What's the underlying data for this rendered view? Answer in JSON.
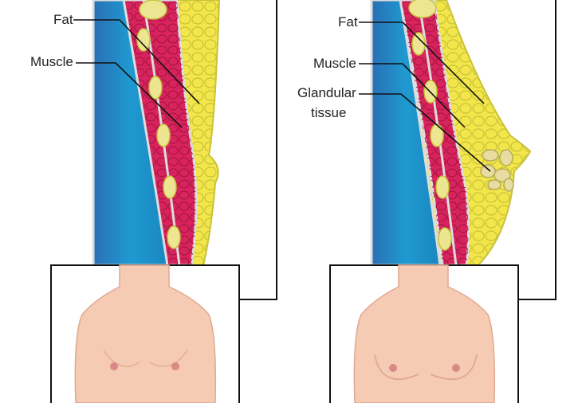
{
  "left_panel": {
    "labels": {
      "fat": "Fat",
      "muscle": "Muscle"
    }
  },
  "right_panel": {
    "labels": {
      "fat": "Fat",
      "muscle": "Muscle",
      "glandular_1": "Glandular",
      "glandular_2": "tissue"
    }
  },
  "colors": {
    "blue": "#1f8ec8",
    "muscle": "#d8245e",
    "fat": "#f2e64a",
    "fat_dark": "#c9c23a",
    "skin": "#f6cbb4",
    "nipple": "#d98a86",
    "gland": "#e8dca0"
  }
}
